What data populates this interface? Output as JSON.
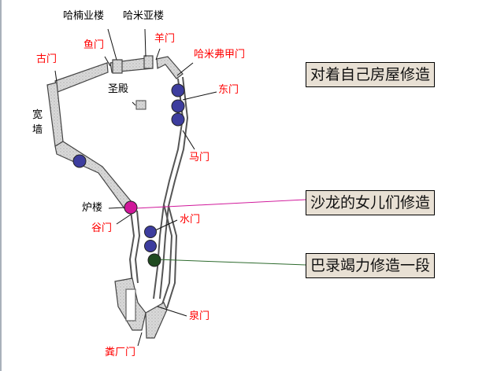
{
  "diagram": {
    "type": "city-wall-map",
    "colors": {
      "black_label": "#000000",
      "red_label": "#ff0000",
      "wall_fill": "#d6d6d6",
      "wall_stroke": "#555555",
      "tower_blue": "#3d3d9e",
      "tower_magenta": "#d0179a",
      "tower_green": "#1f4a1f",
      "box_bg": "#e8e0d4",
      "magenta_line": "#d0179a",
      "green_line": "#2e6b2e"
    },
    "labels_black": {
      "hananel_tower": "哈楠业楼",
      "hammeah_tower": "哈米亚楼",
      "temple": "圣殿",
      "broad_wall": "宽墙",
      "furnace_tower": "炉楼"
    },
    "labels_red": {
      "old_gate": "古门",
      "fish_gate": "鱼门",
      "sheep_gate": "羊门",
      "muster_gate": "哈米弗甲门",
      "east_gate": "东门",
      "horse_gate": "马门",
      "valley_gate": "谷门",
      "water_gate": "水门",
      "fountain_gate": "泉门",
      "dung_gate": "粪厂门"
    },
    "callouts": [
      {
        "text": "对着自己房屋修造",
        "connector": "none"
      },
      {
        "text": "沙龙的女儿们修造",
        "connector": "magenta"
      },
      {
        "text": "巴录竭力修造一段",
        "connector": "green"
      }
    ]
  }
}
